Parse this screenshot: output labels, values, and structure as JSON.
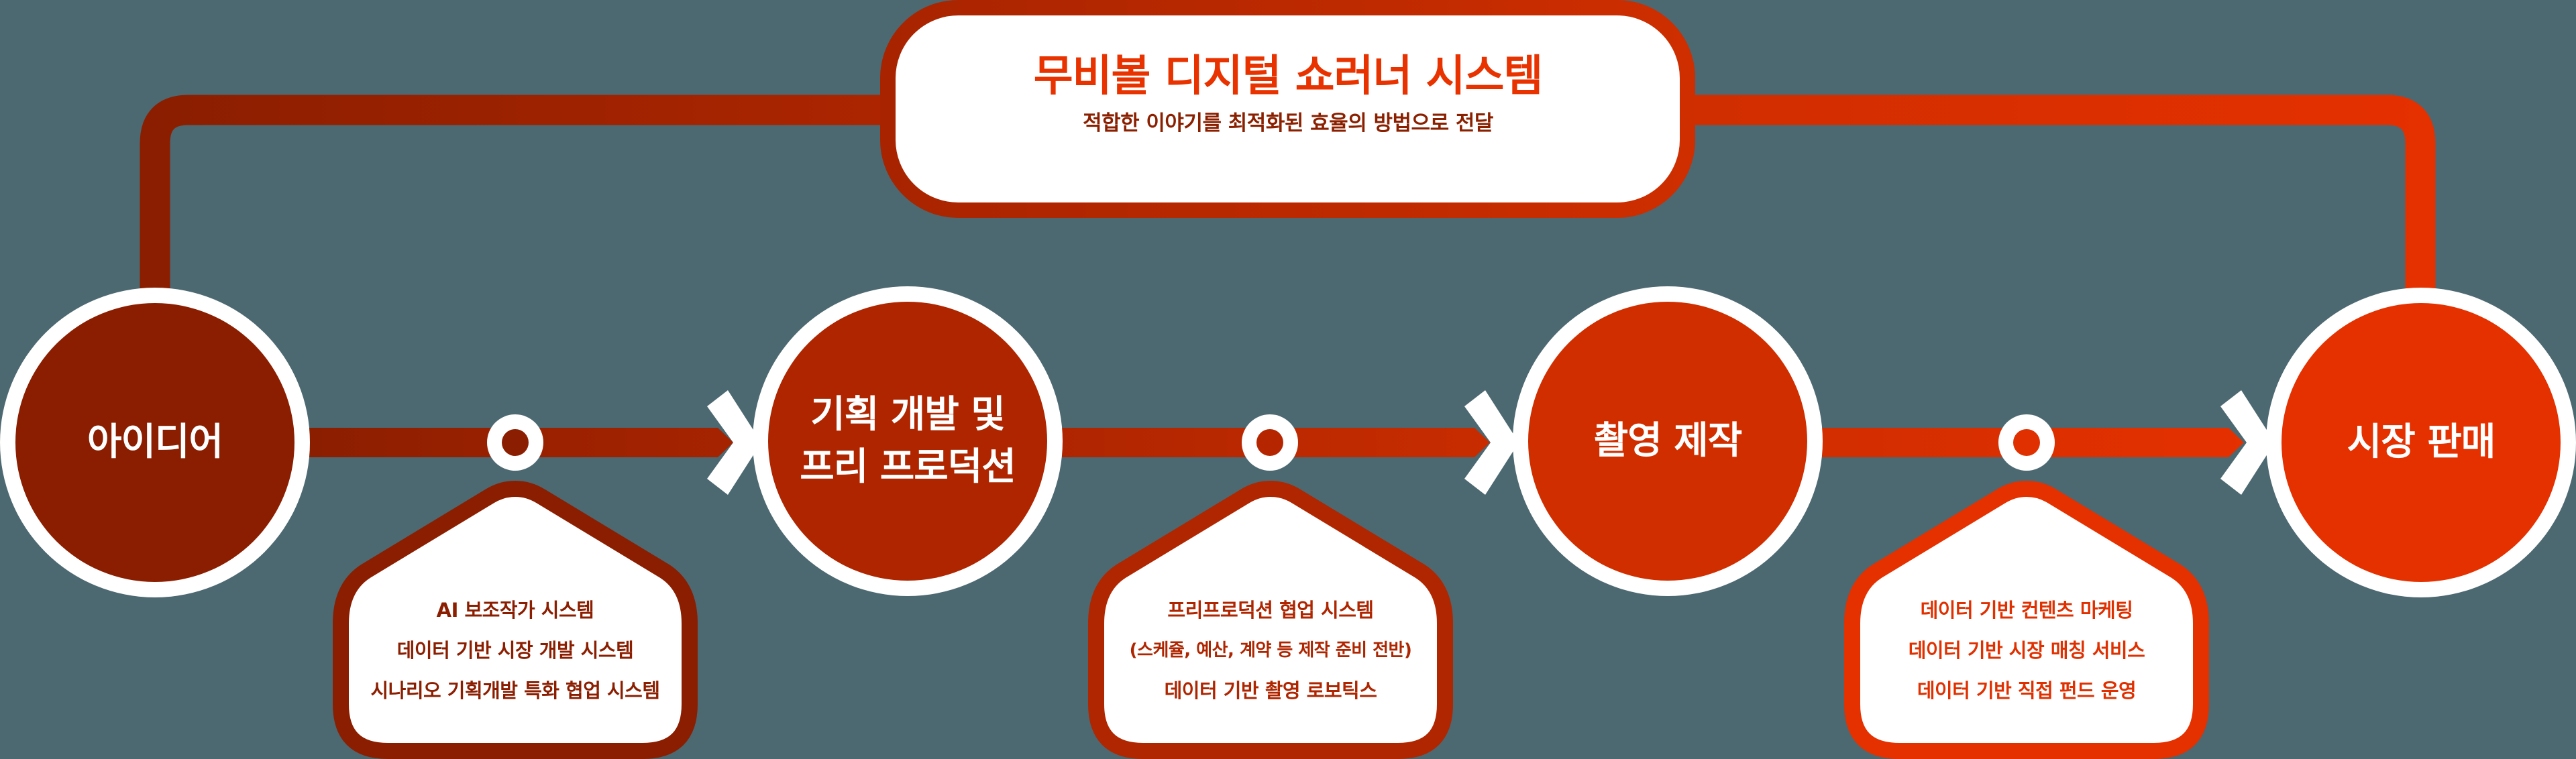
{
  "colors": {
    "background": "#4C6871",
    "stage_1": "#8B1E00",
    "stage_2": "#AE2500",
    "stage_3": "#D12E00",
    "stage_4": "#E53000",
    "title": "#E83300",
    "subtitle": "#8B2000",
    "white": "#FFFFFF"
  },
  "header": {
    "title": "무비볼 디지털 쇼러너 시스템",
    "subtitle": "적합한 이야기를 최적화된 효율의 방법으로 전달"
  },
  "stages": [
    {
      "label": "아이디어"
    },
    {
      "label_line1": "기획 개발 및",
      "label_line2": "프리 프로덕션"
    },
    {
      "label": "촬영 제작"
    },
    {
      "label": "시장 판매"
    }
  ],
  "details": [
    {
      "lines": [
        "AI 보조작가 시스템",
        "데이터 기반 시장 개발 시스템",
        "시나리오 기획개발 특화 협업 시스템"
      ]
    },
    {
      "lines": [
        "프리프로덕션 협업 시스템",
        "(스케쥴, 예산, 계약 등 제작 준비 전반)",
        "데이터 기반 촬영 로보틱스"
      ]
    },
    {
      "lines": [
        "데이터 기반 컨텐츠 마케팅",
        "데이터 기반 시장 매칭 서비스",
        "데이터 기반 직접 펀드 운영"
      ]
    }
  ],
  "icons": {
    "arrow": "chevron-right-icon",
    "node": "ring-node-icon"
  }
}
